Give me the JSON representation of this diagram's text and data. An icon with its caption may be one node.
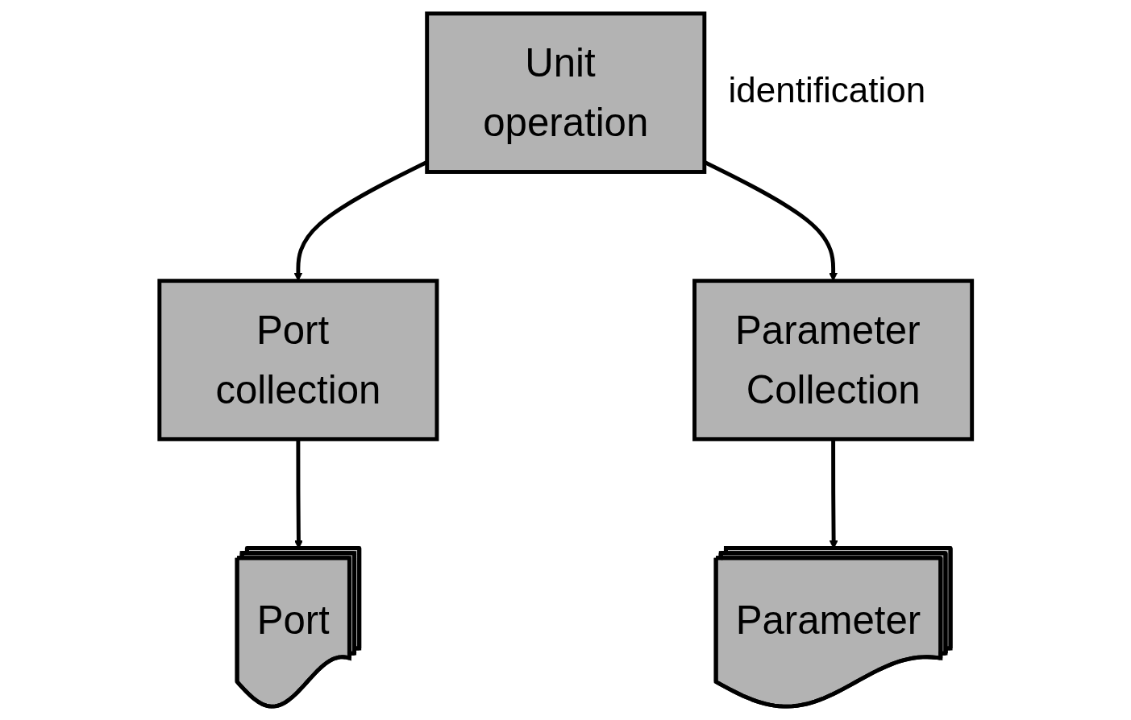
{
  "diagram": {
    "nodes": [
      {
        "text": [
          "Unit operation"
        ],
        "beside": [
          "identification"
        ]
      },
      {
        "text": [
          "Port collection"
        ]
      },
      {
        "text": [
          "Parameter Collection"
        ]
      },
      {
        "text": [
          "Port"
        ]
      },
      {
        "text": [
          "Parameter"
        ]
      }
    ],
    "edges": [
      {
        "from": 0,
        "to": 1,
        "arrow": "to"
      },
      {
        "from": 0,
        "to": 2,
        "arrow": "to"
      },
      {
        "from": 1,
        "to": 3,
        "arrow": "to"
      },
      {
        "from": 2,
        "to": 4,
        "arrow": "to"
      }
    ]
  }
}
